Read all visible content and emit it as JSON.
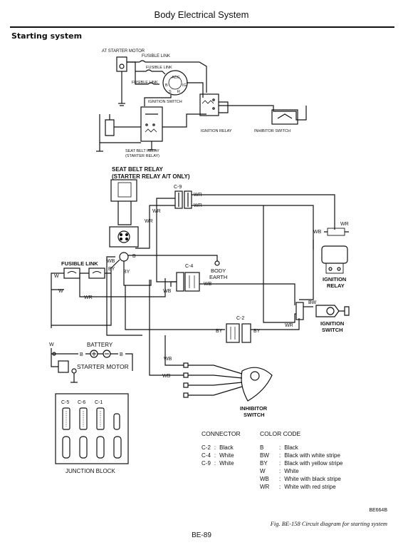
{
  "page": {
    "title": "Body Electrical System",
    "section": "Starting system",
    "figure_code": "BE664B",
    "caption": "Fig. BE-158 Circuit diagram for starting system",
    "page_number": "BE-89"
  },
  "top_diagram": {
    "at_starter_motor": "AT STARTER MOTOR",
    "fusible_link_1": "FUSIBLE LINK",
    "fusible_link_2": "FUSIBLE LINK",
    "fusible_link_3": "FUSIBLE LINK",
    "ignition_switch": "IGNITION SWITCH",
    "ignition_relay": "IGNITION RELAY",
    "inhibitor_switch": "INHIBITOR SWITCH",
    "seat_belt_relay_1": "SEAT BELT RELAY",
    "seat_belt_relay_2": "(STARTER RELAY)",
    "terminal_acc": "ACC",
    "terminal_ig": "IG",
    "terminal_b": "B",
    "terminal_s": "S",
    "terminal_r": "R"
  },
  "bottom_diagram": {
    "seat_belt_relay_title_1": "SEAT BELT RELAY",
    "seat_belt_relay_title_2": "(STARTER RELAY A/T ONLY)",
    "c9": "C-9",
    "c4": "C-4",
    "c2": "C-2",
    "fusible_link": "FUSIBLE LINK",
    "body_earth_1": "BODY",
    "body_earth_2": "EARTH",
    "ignition_relay_1": "IGNITION",
    "ignition_relay_2": "RELAY",
    "ignition_switch_1": "IGNITION",
    "ignition_switch_2": "SWITCH",
    "battery": "BATTERY",
    "starter_motor": "STARTER MOTOR",
    "inhibitor_switch_1": "INHIBITOR",
    "inhibitor_switch_2": "SWITCH",
    "junction_block": "JUNCTION BLOCK",
    "jb_c5": "C-5",
    "jb_c6": "C-6",
    "jb_c1": "C-1",
    "wire_wr": "WR",
    "wire_wb": "WB",
    "wire_by": "BY",
    "wire_bw": "BW",
    "wire_b": "B",
    "wire_w": "W"
  },
  "legend": {
    "connector_heading": "CONNECTOR",
    "color_heading": "COLOR  CODE",
    "connectors": [
      {
        "id": "C-2",
        "sep": ":",
        "color": "Black"
      },
      {
        "id": "C-4",
        "sep": ":",
        "color": "White"
      },
      {
        "id": "C-9",
        "sep": ":",
        "color": "White"
      }
    ],
    "colors": [
      {
        "code": "B",
        "sep": ":",
        "desc": "Black"
      },
      {
        "code": "BW",
        "sep": ":",
        "desc": "Black with white stripe"
      },
      {
        "code": "BY",
        "sep": ":",
        "desc": "Black with yellow stripe"
      },
      {
        "code": "W",
        "sep": ":",
        "desc": "White"
      },
      {
        "code": "WB",
        "sep": ":",
        "desc": "White with black stripe"
      },
      {
        "code": "WR",
        "sep": ":",
        "desc": "White with red stripe"
      }
    ]
  }
}
